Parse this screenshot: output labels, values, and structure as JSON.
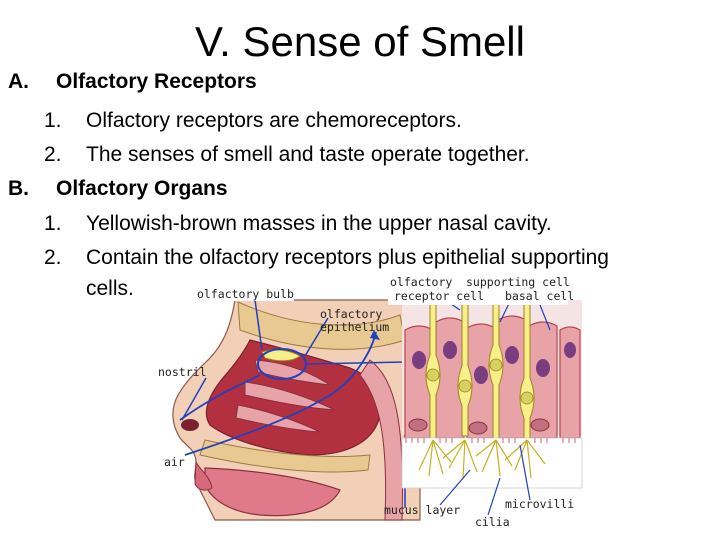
{
  "slide": {
    "title": "V. Sense of Smell",
    "sections": [
      {
        "marker": "A.",
        "heading": "Olfactory Receptors",
        "items": [
          {
            "marker": "1.",
            "text": "Olfactory receptors are chemoreceptors."
          },
          {
            "marker": "2.",
            "text": "The senses of smell and taste operate together."
          }
        ]
      },
      {
        "marker": "B.",
        "heading": "Olfactory Organs",
        "items": [
          {
            "marker": "1.",
            "text": "Yellowish-brown masses in the upper nasal cavity."
          },
          {
            "marker": "2.",
            "text": "Contain the olfactory receptors plus epithelial supporting",
            "continuation": "cells."
          }
        ]
      }
    ]
  },
  "figure": {
    "labels": {
      "olfactory_bulb": "olfactory bulb",
      "olfactory_epithelium_1": "olfactory",
      "olfactory_epithelium_2": "epithelium",
      "nostril": "nostril",
      "air": "air",
      "receptor_cell_1": "olfactory",
      "receptor_cell_2": "receptor cell",
      "supporting_cell": "supporting cell",
      "basal_cell": "basal cell",
      "mucus_layer": "mucus layer",
      "microvilli": "microvilli",
      "cilia": "cilia"
    },
    "colors": {
      "tissue_pink": "#e8a3a8",
      "tissue_dark": "#b8454d",
      "cavity_red": "#b33040",
      "receptor_yellow": "#f7f08a",
      "nucleus_purple": "#7a3d80",
      "arrow_blue": "#2040c0",
      "bone_tan": "#e8c992"
    }
  }
}
